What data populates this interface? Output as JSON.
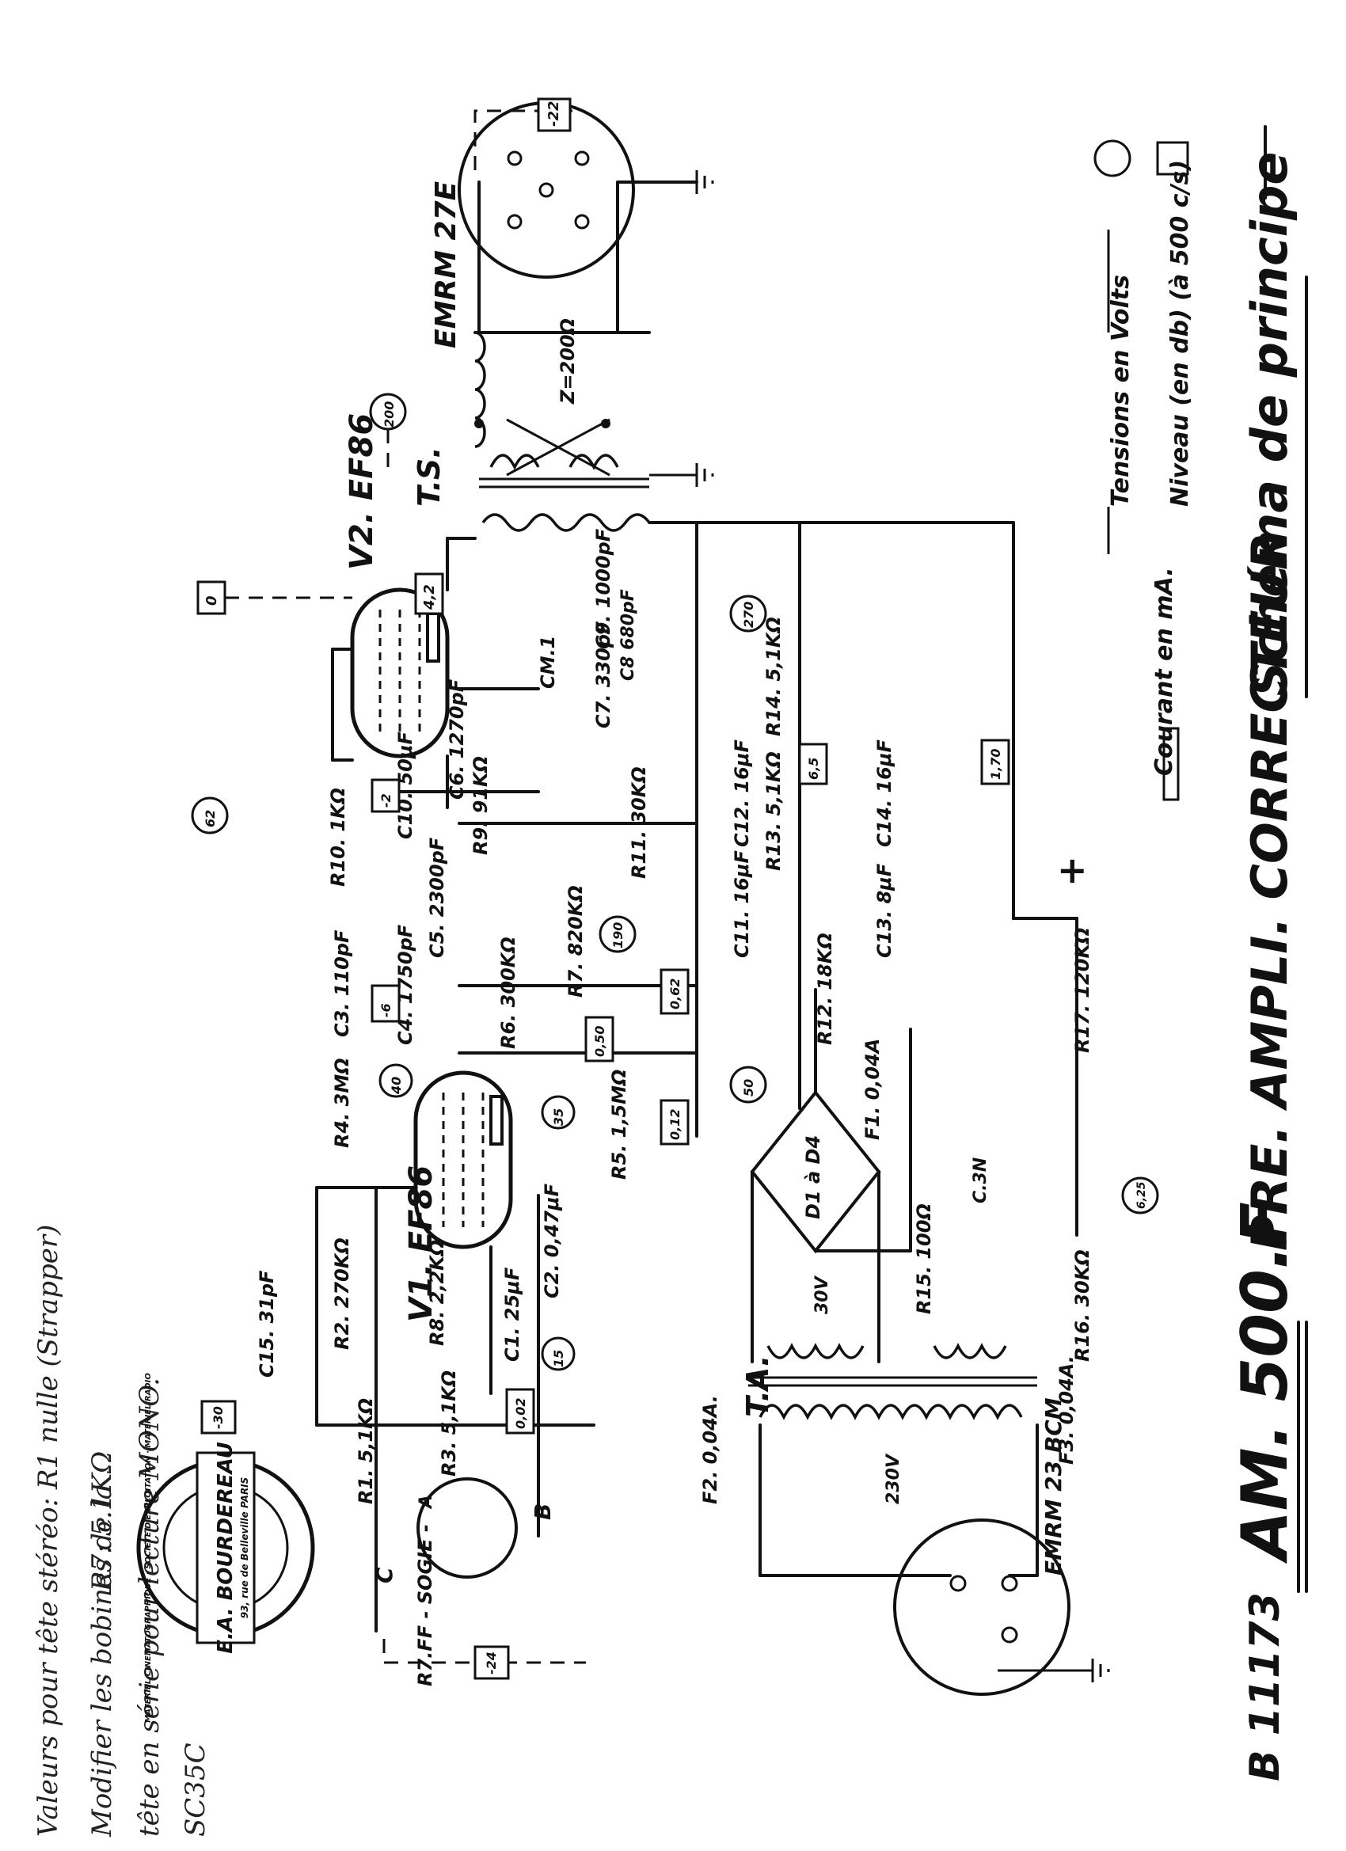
{
  "title": {
    "ref": "B 11173",
    "model": "AM. 500.F",
    "name": "PRE. AMPLI. CORRECTEUR",
    "subtitle": "Schéma de principe"
  },
  "legend": {
    "voltages": "Tensions en Volts",
    "currents": "Courant en mA.",
    "level": "Niveau (en db) (à 500 c/s)",
    "plus_sign": "+"
  },
  "handwritten": {
    "line1": "Valeurs pour tête stéréo: R1 nulle (Strapper)",
    "line1b": "R7: 5.1KΩ",
    "line2": "Modifier les bobines de la",
    "line3": "tête en série pour lecture MONO.",
    "line4": "SC35C"
  },
  "stamp": {
    "company": "E.A. BOURDEREAU",
    "address": "93, rue de Belleville PARIS",
    "ring_text": "MATERIEL CINEMATOGRAPHIQUE · SOCIETE D'EXPLOITATION · MATERIEL RADIO"
  },
  "tubes": {
    "v1": "V1. EF86",
    "v2": "V2. EF86"
  },
  "transformers": {
    "ts": "T.S.",
    "ta": "T.A.",
    "ts_secondary": "Z=200Ω"
  },
  "connectors": {
    "out": "EMRM 27E",
    "mains": "EMRM 23 BCM",
    "input": "R7.FF - SOGIE -",
    "c": "C",
    "b": "B",
    "a": "A"
  },
  "components": {
    "r1": "R1. 5,1KΩ",
    "r2": "R2. 270KΩ",
    "r3": "R3. 5,1KΩ",
    "r4": "R4. 3MΩ",
    "r5": "R5. 1,5MΩ",
    "r6": "R6. 300KΩ",
    "r7": "R7. 820KΩ",
    "r8": "R8. 2,2KΩ",
    "r9": "R9. 91KΩ",
    "r10": "R10. 1KΩ",
    "r11": "R11. 30KΩ",
    "r12": "R12. 18KΩ",
    "r13": "R13. 5,1KΩ",
    "r14": "R14. 5,1KΩ",
    "r15": "R15. 100Ω",
    "r16": "R16. 30KΩ",
    "r17": "R17. 120KΩ",
    "c1": "C1. 25μF",
    "c2": "C2. 0,47μF",
    "c3": "C3. 110pF",
    "c4": "C4. 1750pF",
    "c5": "C5. 2300pF",
    "c6": "C6. 1270pF",
    "c7": "C7. 330pF",
    "c8": "C8 680pF",
    "c9": "C9. 1000pF",
    "c10": "C10. 50μF",
    "c11": "C11. 16μF",
    "c12": "C12. 16μF",
    "c13": "C13. 8μF",
    "c14": "C14. 16μF",
    "c15": "C15. 31pF",
    "cm1": "CM.1",
    "f1": "F1. 0,04A",
    "f2": "F2. 0,04A.",
    "f3": "F3. 0,04A.",
    "diodes": "D1 à D4",
    "c3n": "C.3N",
    "v230": "230V",
    "v30": "30V"
  },
  "measures": {
    "v200": "200",
    "v270": "270",
    "v190": "190",
    "v50": "50",
    "v62": "62",
    "v40": "40",
    "v35": "35",
    "v15": "15",
    "v6_25": "6,25",
    "v0": "0",
    "i42": "4,2",
    "i6": "-6",
    "i062": "0,62",
    "i050": "0,50",
    "i012": "0,12",
    "i002": "0,02",
    "i65": "6,5",
    "i170": "1,70",
    "i30": "-30",
    "i24": "-24",
    "i22": "-22",
    "i2": "-2"
  }
}
